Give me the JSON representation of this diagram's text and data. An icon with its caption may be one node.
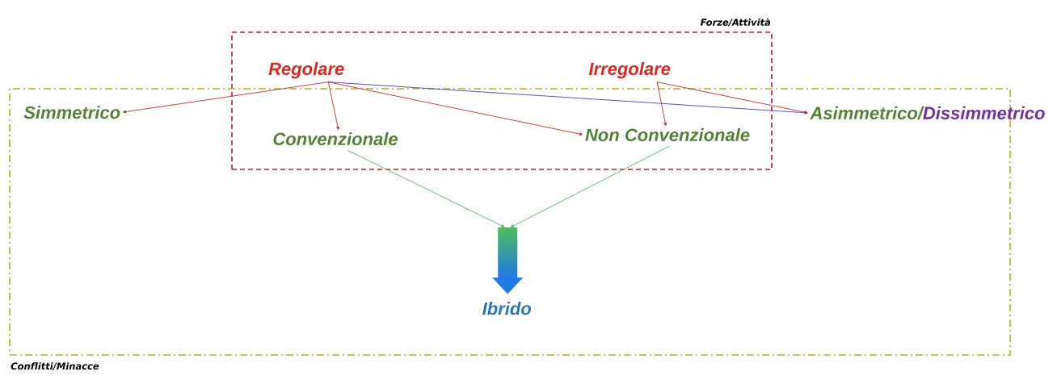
{
  "diagram": {
    "nodes": [
      {
        "text": [
          "Forze/Attività"
        ]
      },
      {
        "text": [
          "Regolare"
        ],
        "in": 0
      },
      {
        "text": [
          "Irregolare"
        ],
        "in": 0
      },
      {
        "text": [
          "Conflitti/Minacce"
        ]
      },
      {
        "text": [
          "Simmetrico"
        ],
        "in": 3
      },
      {
        "text": [
          "Convenzionale"
        ]
      },
      {
        "text": [
          "Non Convenzionale"
        ]
      },
      {
        "text": [
          "Asimmetrico/",
          "Dissimmetrico"
        ]
      },
      {
        "text": [],
        "shape": "arrow",
        "in": 3
      },
      {
        "text": [
          "Ibrido"
        ],
        "in": 3
      }
    ],
    "edges": [
      {
        "from": 1,
        "to": 4,
        "arrow": "to"
      },
      {
        "from": 1,
        "to": 5,
        "arrow": "to"
      },
      {
        "from": 1,
        "to": 6,
        "arrow": "to"
      },
      {
        "from": 1,
        "to": 7,
        "arrow": "to",
        "color": "#7030a0"
      },
      {
        "from": 2,
        "to": 6,
        "arrow": "to"
      },
      {
        "from": 2,
        "to": 7,
        "arrow": "to"
      },
      {
        "from": 5,
        "to": 8,
        "arrow": "to",
        "color": "#70ad47"
      },
      {
        "from": 6,
        "to": 8,
        "arrow": "to",
        "color": "#70ad47"
      }
    ]
  }
}
